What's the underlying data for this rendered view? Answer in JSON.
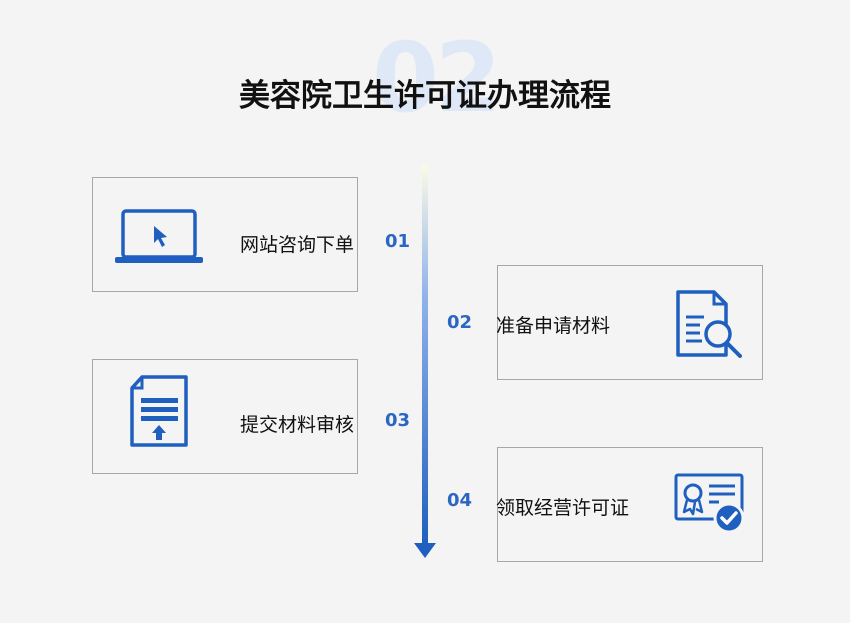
{
  "header": {
    "bg_number": "02",
    "title": "美容院卫生许可证办理流程"
  },
  "steps": [
    {
      "number": "01",
      "label": "网站咨询下单",
      "side": "left",
      "icon": "laptop-cursor-icon"
    },
    {
      "number": "02",
      "label": "准备申请材料",
      "side": "right",
      "icon": "document-search-icon"
    },
    {
      "number": "03",
      "label": "提交材料审核",
      "side": "left",
      "icon": "document-upload-icon"
    },
    {
      "number": "04",
      "label": "领取经营许可证",
      "side": "right",
      "icon": "certificate-check-icon"
    }
  ],
  "colors": {
    "accent": "#1f5fbf",
    "accent_light": "#5b8fe0",
    "text": "#111111",
    "border": "#a7a7a7"
  }
}
